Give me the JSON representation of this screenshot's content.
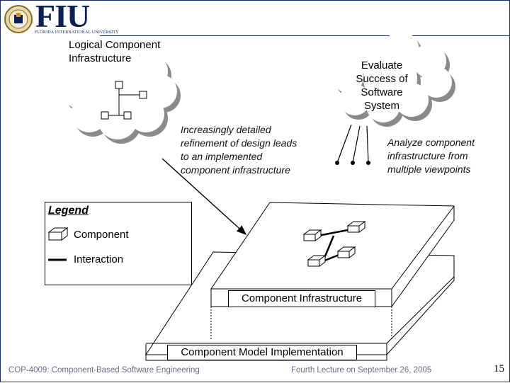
{
  "header": {
    "logo_text": "FIU",
    "logo_subtext": "FLORIDA INTERNATIONAL UNIVERSITY"
  },
  "labels": {
    "logical_component": "Logical Component\nInfrastructure",
    "evaluate": "Evaluate\nSuccess of\nSoftware\nSystem",
    "refinement": "Increasingly detailed\nrefinement of design leads\nto an implemented\ncomponent infrastructure",
    "analyze": "Analyze component\ninfrastructure from\nmultiple viewpoints",
    "component_infrastructure": "Component Infrastructure",
    "component_model_impl": "Component Model Implementation"
  },
  "legend": {
    "title": "Legend",
    "component": "Component",
    "interaction": "Interaction"
  },
  "footer": {
    "course": "COP-4009: Component-Based Software Engineering",
    "lecture": "Fourth Lecture on September 26, 2005",
    "page": "15"
  },
  "colors": {
    "brand": "#0a1f5c",
    "cloud_shadow": "#8a8a8a",
    "footer_text": "#6a6a8a"
  }
}
